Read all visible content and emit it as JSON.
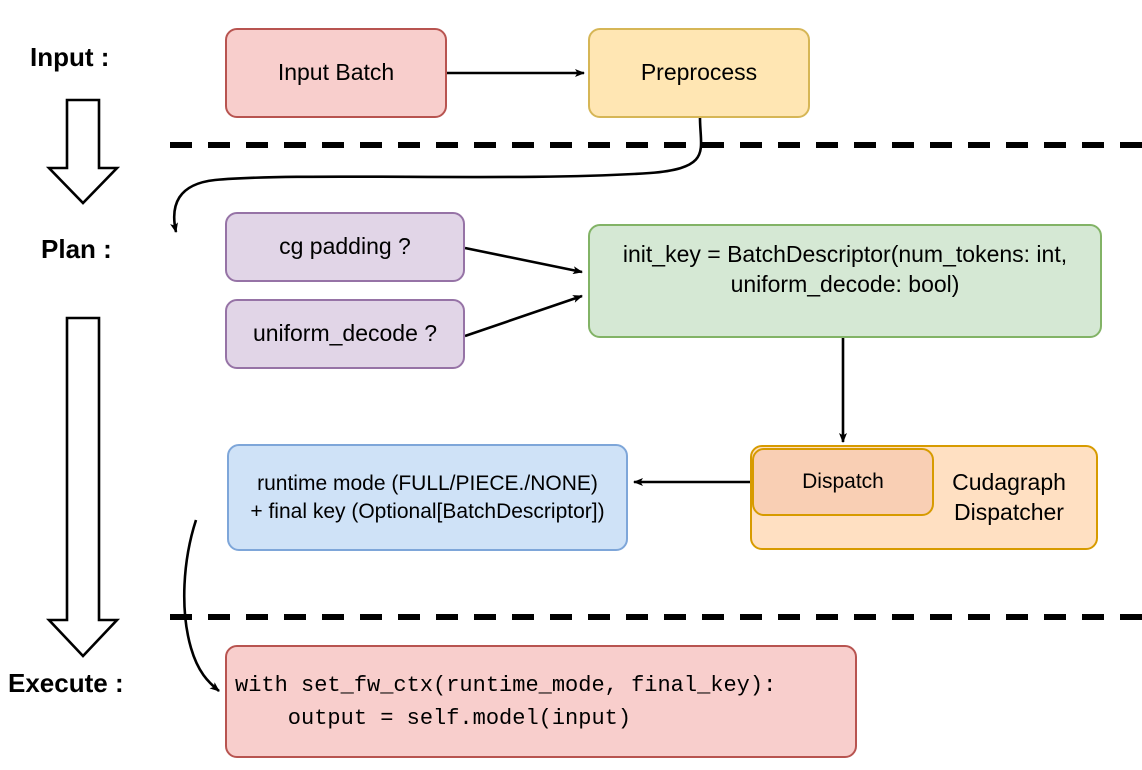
{
  "diagram": {
    "title_phases": [
      {
        "key": "input",
        "label": "Input :"
      },
      {
        "key": "plan",
        "label": "Plan :"
      },
      {
        "key": "execute",
        "label": "Execute :"
      }
    ],
    "nodes": {
      "input_batch": {
        "label": "Input Batch",
        "fill": "#f8cecc",
        "stroke": "#b85450"
      },
      "preprocess": {
        "label": "Preprocess",
        "fill": "#ffe6b3",
        "stroke": "#d6b656"
      },
      "cg_padding": {
        "label": "cg padding ?",
        "fill": "#e1d5e7",
        "stroke": "#9673a6"
      },
      "uniform_decode": {
        "label": "uniform_decode ?",
        "fill": "#e1d5e7",
        "stroke": "#9673a6"
      },
      "init_key": {
        "line1": "init_key = BatchDescriptor(num_tokens: int,",
        "line2": "uniform_decode: bool)",
        "fill": "#d5e8d4",
        "stroke": "#82b366"
      },
      "dispatch": {
        "label": "Dispatch",
        "fill": "#f9cfb4",
        "stroke": "#d79b00"
      },
      "cudagraph_dispatcher": {
        "line1": "Cudagraph",
        "line2": "Dispatcher",
        "fill": "#ffe0c2",
        "stroke": "#d79b00"
      },
      "runtime_mode": {
        "line1": "runtime mode (FULL/PIECE./NONE)",
        "line2": "+ final key (Optional[BatchDescriptor])",
        "fill": "#cfe2f7",
        "stroke": "#7ea6d9"
      },
      "execute_code": {
        "line1": "with set_fw_ctx(runtime_mode, final_key):",
        "line2": "    output = self.model(input)",
        "fill": "#f8cecc",
        "stroke": "#b85450"
      }
    },
    "separators": [
      {
        "name": "input-plan-divider"
      },
      {
        "name": "plan-execute-divider"
      }
    ],
    "flow_arrows": [
      {
        "name": "input-batch-to-preprocess"
      },
      {
        "name": "preprocess-to-cg-padding"
      },
      {
        "name": "cg-padding-to-init-key"
      },
      {
        "name": "uniform-decode-to-init-key"
      },
      {
        "name": "init-key-to-dispatch"
      },
      {
        "name": "dispatch-to-runtime-mode"
      },
      {
        "name": "runtime-mode-to-execute-code"
      }
    ],
    "phase_arrows": [
      {
        "name": "input-to-plan-big-arrow"
      },
      {
        "name": "plan-to-execute-big-arrow"
      }
    ],
    "colors": {
      "line": "#000000",
      "background": "#ffffff"
    }
  }
}
